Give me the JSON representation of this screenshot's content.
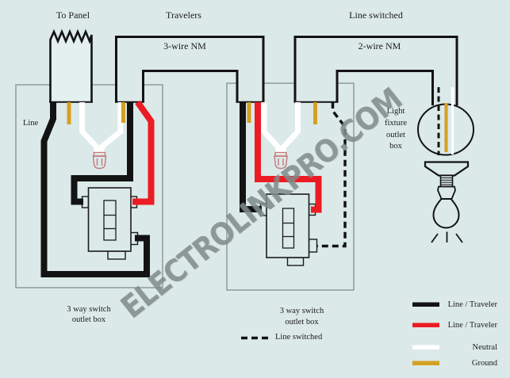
{
  "labels": {
    "to_panel": "To Panel",
    "travelers": "Travelers",
    "line_switched_top": "Line switched",
    "three_wire_nm": "3-wire NM",
    "two_wire_nm": "2-wire NM",
    "line": "Line",
    "light_fixture_lines": [
      "Light",
      "fixture",
      "outlet",
      "box"
    ],
    "switch_box1_line1": "3 way switch",
    "switch_box1_line2": "outlet box",
    "switch_box2_line1": "3 way switch",
    "switch_box2_line2": "outlet box",
    "line_switched_dashed": "Line switched"
  },
  "legend": {
    "items": [
      {
        "label": "Line / Traveler",
        "color": "#131313",
        "style": "solid-black"
      },
      {
        "label": "Line / Traveler",
        "color": "#ec1c24",
        "style": "solid-red"
      },
      {
        "label": "Neutral",
        "color": "#ffffff",
        "style": "solid-white"
      },
      {
        "label": "Ground",
        "color": "#d5a021",
        "style": "solid-gold"
      }
    ]
  },
  "watermark": "ELECTROLINKPRO.COM",
  "colors": {
    "background": "#dce9e9",
    "wire_black": "#131313",
    "wire_red": "#ec1c24",
    "wire_white": "#ffffff",
    "wire_ground": "#d5a021",
    "box_outline": "#8a9494",
    "wire_nut": "#c47878"
  }
}
